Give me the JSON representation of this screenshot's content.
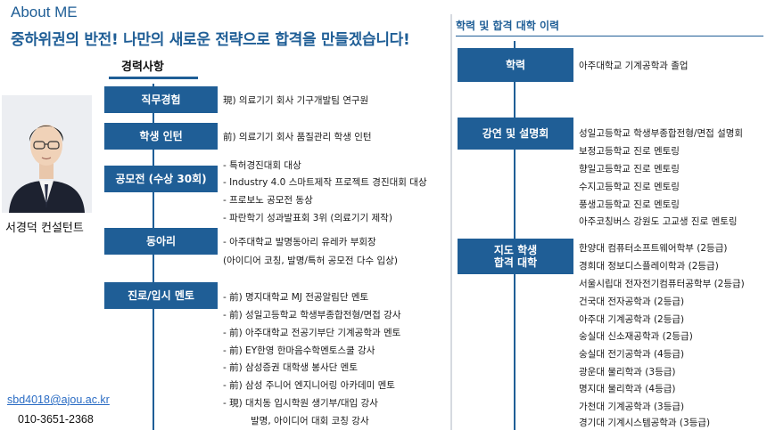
{
  "about_label": "About ME",
  "headline": "중하위권의 반전! 나만의 새로운 전략으로 합격을 만들겠습니다!",
  "career_title": "경력사항",
  "profile": {
    "name": "서경덕 컨설턴트",
    "email": "sbd4018@ajou.ac.kr",
    "phone": "010-3651-2368"
  },
  "career": {
    "job": {
      "label": "직무경험",
      "items": [
        "現) 의료기기 회사 기구개발팀 연구원"
      ]
    },
    "intern": {
      "label": "학생 인턴",
      "items": [
        "前) 의료기기 회사 품질관리 학생 인턴"
      ]
    },
    "contest": {
      "label": "공모전 (수상 30회)",
      "items": [
        "- 특허경진대회 대상",
        "- Industry 4.0 스마트제작 프로젝트 경진대회 대상",
        "- 프로보노 공모전 동상",
        "- 파란학기 성과발표회 3위 (의료기기 제작)"
      ]
    },
    "club": {
      "label": "동아리",
      "items": [
        "- 아주대학교 발명동아리 유레카 부회장",
        "(아이디어 코칭, 발명/특허 공모전 다수 입상)"
      ]
    },
    "mentor": {
      "label": "진로/입시 멘토",
      "items": [
        "- 前) 명지대학교 MJ 전공알림단 멘토",
        "- 前) 성일고등학교 학생부종합전형/면접 강사",
        "- 前) 아주대학교 전공기부단 기계공학과 멘토",
        "- 前) EY한영 한마음수학멘토스쿨 강사",
        "- 前) 삼성증권 대학생 봉사단 멘토",
        "- 前) 삼성 주니어 엔지니어링 아카데미 멘토",
        "- 現) 대치동 입시학원 생기부/대입 강사",
        "발명, 아이디어 대회 코칭 강사"
      ]
    }
  },
  "right": {
    "title": "학력 및 합격 대학 이력",
    "education": {
      "label": "학력",
      "items": [
        "아주대학교 기계공학과 졸업"
      ]
    },
    "lectures": {
      "label": "강연 및 설명회",
      "items": [
        "성일고등학교 학생부종합전형/면접 설명회",
        "보정고등학교 진로 멘토링",
        "향일고등학교 진로 멘토링",
        "수지고등학교 진로 멘토링",
        "풍생고등학교 진로 멘토링",
        "아주코칭버스 강원도 고교생 진로 멘토링"
      ]
    },
    "admissions": {
      "label": "지도 학생\n합격 대학",
      "items": [
        "한양대 컴퓨터소프트웨어학부 (2등급)",
        "경희대 정보디스플레이학과 (2등급)",
        "서울시립대 전자전기컴퓨터공학부 (2등급)",
        "건국대 전자공학과 (2등급)",
        "아주대 기계공학과 (2등급)",
        "숭실대 신소재공학과 (2등급)",
        "숭실대 전기공학과 (4등급)",
        "광운대 물리학과 (3등급)",
        "명지대 물리학과 (4등급)",
        "가천대 기계공학과 (3등급)",
        "경기대 기계시스템공학과 (3등급)"
      ]
    }
  }
}
